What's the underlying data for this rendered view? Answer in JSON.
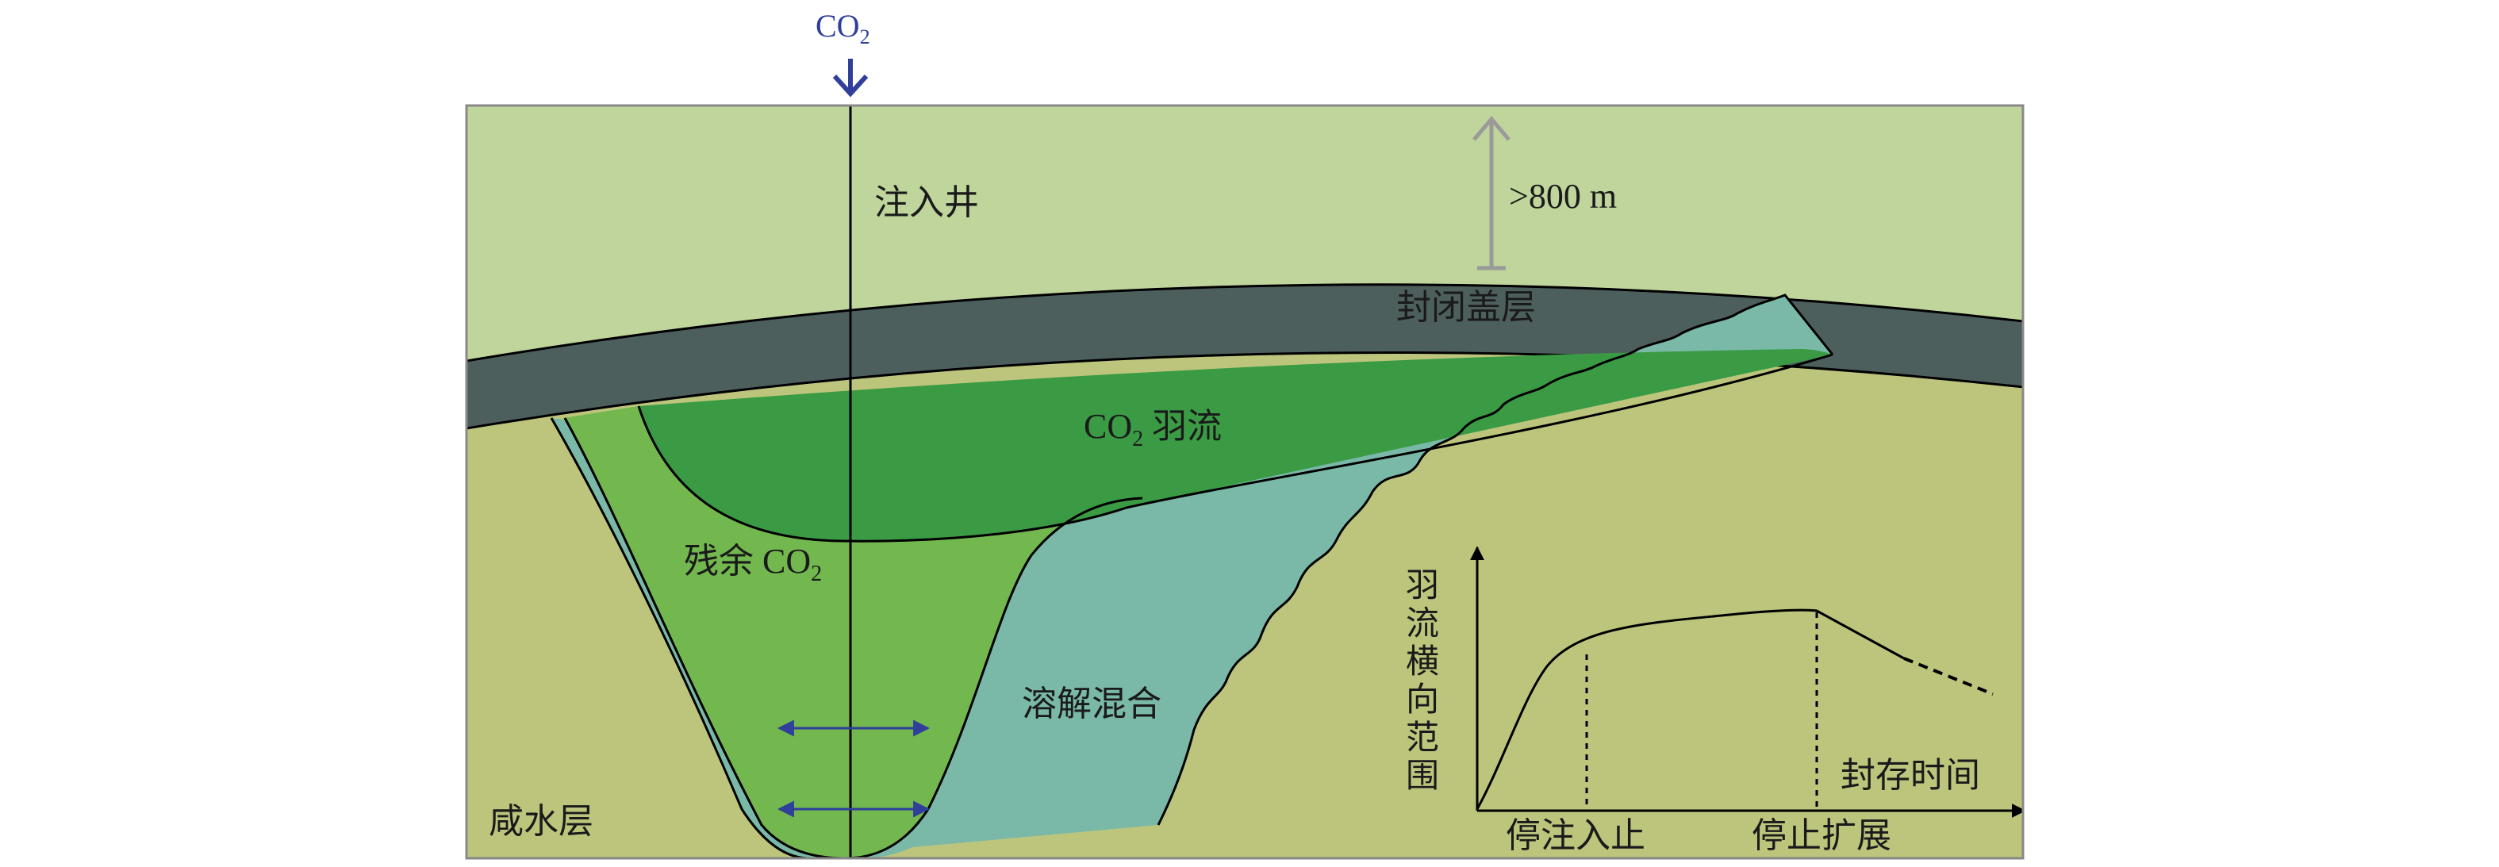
{
  "labels": {
    "co2_top": "CO",
    "co2_top_sub": "2",
    "injection_well": "注入井",
    "depth": ">800 m",
    "caprock": "封闭盖层",
    "plume": "CO",
    "plume_sub": "2",
    "plume_suffix": " 羽流",
    "residual_prefix": "残余 CO",
    "residual_sub": "2",
    "dissolution": "溶解混合",
    "aquifer": "咸水层"
  },
  "inset": {
    "y_axis_label": [
      "羽",
      "流",
      "横",
      "向",
      "范",
      "围"
    ],
    "x_axis_label": "封存时间",
    "tick_stop_injection": "停注入止",
    "tick_stop_spread": "停止扩展"
  },
  "colors": {
    "overburden": "#bfd59c",
    "caprock": "#4d5f5d",
    "aquifer": "#bdc57c",
    "plume": "#3a9b44",
    "residual": "#72b84f",
    "dissolved": "#7ab9a8",
    "arrow_blue": "#2f3f9a",
    "depth_arrow": "#9a9a9a"
  }
}
